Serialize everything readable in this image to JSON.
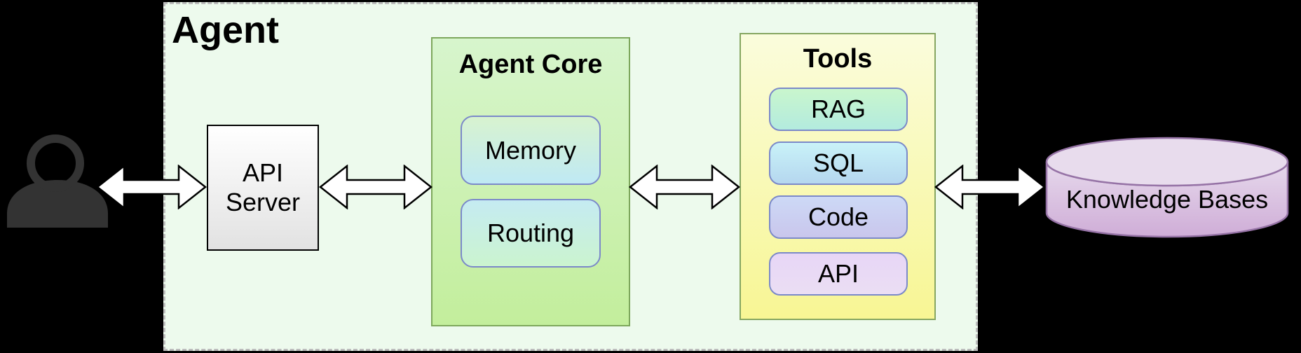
{
  "agent_container": {
    "title": "Agent",
    "fill": "#edfaed",
    "border_color": "#bdbdbd"
  },
  "actor": {
    "icon": "user-icon",
    "color": "#333333"
  },
  "api_server": {
    "label": "API\nServer",
    "fill": "linear-gradient(180deg,#ffffff,#e2e2e2)",
    "border_color": "#000000"
  },
  "agent_core": {
    "title": "Agent Core",
    "fill": "linear-gradient(180deg,#d7f5cd,#c3ee9c)",
    "border_color": "#7da75c",
    "item_border_color": "#7b89c9",
    "items": [
      {
        "label": "Memory",
        "fill": "linear-gradient(180deg,#d8f3cf,#bfe9f4)"
      },
      {
        "label": "Routing",
        "fill": "linear-gradient(180deg,#c5ebf2,#cbf4cf)"
      }
    ]
  },
  "tools": {
    "title": "Tools",
    "fill": "linear-gradient(180deg,#fafcdc,#f8f694)",
    "border_color": "#86a661",
    "item_border_color": "#7b89c9",
    "items": [
      {
        "label": "RAG",
        "fill": "linear-gradient(180deg,#c9f6cd,#b3ebde)"
      },
      {
        "label": "SQL",
        "fill": "linear-gradient(180deg,#c9f2f8,#b5d7ef)"
      },
      {
        "label": "Code",
        "fill": "linear-gradient(180deg,#cdd9f6,#c9c6ec)"
      },
      {
        "label": "API",
        "fill": "linear-gradient(180deg,#e7d6f6,#ebdef4)"
      }
    ]
  },
  "knowledge_bases": {
    "label": "Knowledge Bases",
    "fill_top": "#e8dced",
    "fill_body_start": "#e6d9ec",
    "fill_body_end": "#cfadd7",
    "border_color": "#9673a6"
  },
  "arrows": {
    "fill": "#ffffff",
    "stroke": "#000000",
    "connections": [
      "user to api-server",
      "api-server to agent-core",
      "agent-core to tools",
      "tools to knowledge-bases"
    ]
  }
}
